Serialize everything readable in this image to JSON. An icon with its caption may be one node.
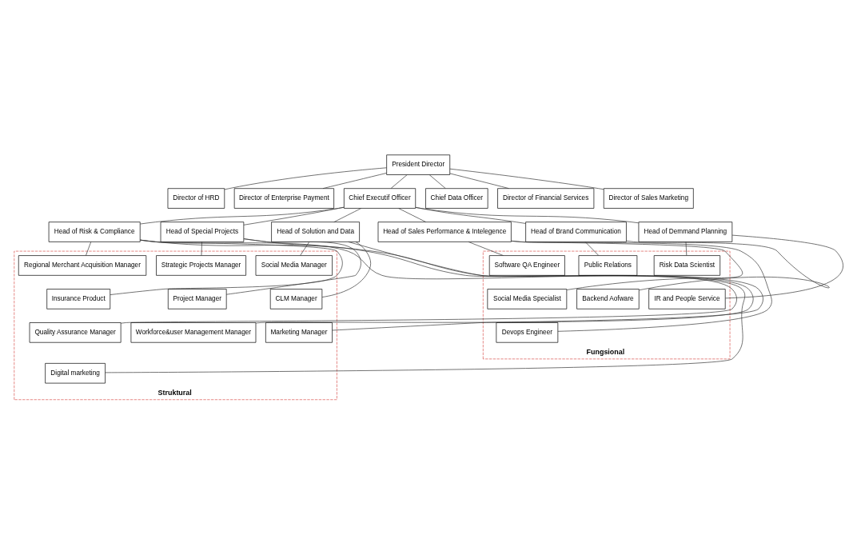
{
  "diagram": {
    "nodes": [
      {
        "text": [
          "President Director"
        ]
      },
      {
        "text": [
          "Director of HRD"
        ]
      },
      {
        "text": [
          "Director of Enterprise Payment"
        ]
      },
      {
        "text": [
          "Chief Executif Officer"
        ]
      },
      {
        "text": [
          "Chief Data Officer"
        ]
      },
      {
        "text": [
          "Director of Financial Services"
        ]
      },
      {
        "text": [
          "Director of Sales Marketing"
        ]
      },
      {
        "text": [
          "Head of Risk & Compliance"
        ]
      },
      {
        "text": [
          "Head of Special Projects"
        ]
      },
      {
        "text": [
          "Head of Solution and Data"
        ]
      },
      {
        "text": [
          "Head of Sales Performance & Intelegence"
        ]
      },
      {
        "text": [
          "Head of Brand Communication"
        ]
      },
      {
        "text": [
          "Head of Demmand Planning"
        ]
      },
      {
        "text": [
          "Struktural"
        ]
      },
      {
        "text": [
          "Regional Merchant Acquisition Manager"
        ],
        "in": 13
      },
      {
        "text": [
          "Insurance Product"
        ],
        "in": 13
      },
      {
        "text": [
          "Quality Assurance Manager"
        ],
        "in": 13
      },
      {
        "text": [
          "Digital marketing"
        ],
        "in": 13
      },
      {
        "text": [
          "Strategic Projects Manager"
        ],
        "in": 13
      },
      {
        "text": [
          "Project Manager"
        ],
        "in": 13
      },
      {
        "text": [
          "Workforce&user Management Manager"
        ],
        "in": 13
      },
      {
        "text": [
          "Social Media Manager"
        ],
        "in": 13
      },
      {
        "text": [
          "CLM Manager"
        ],
        "in": 13
      },
      {
        "text": [
          "Marketing Manager"
        ],
        "in": 13
      },
      {
        "text": [
          "Fungsional"
        ]
      },
      {
        "text": [
          "Public Relations"
        ],
        "in": 24
      },
      {
        "text": [
          "Backend Aofware"
        ],
        "in": 24
      },
      {
        "text": [
          "Risk Data Scientist"
        ],
        "in": 24
      },
      {
        "text": [
          "IR and People Service"
        ],
        "in": 24
      },
      {
        "text": [
          "Software QA Engineer"
        ],
        "in": 24
      },
      {
        "text": [
          "Social Media Specialist"
        ],
        "in": 24
      },
      {
        "text": [
          "Devops Engineer"
        ],
        "in": 24
      }
    ],
    "edges": [
      {
        "from": 0,
        "to": 1,
        "arrow": "none"
      },
      {
        "from": 0,
        "to": 2,
        "arrow": "none"
      },
      {
        "from": 0,
        "to": 3,
        "arrow": "none"
      },
      {
        "from": 0,
        "to": 4,
        "arrow": "none"
      },
      {
        "from": 0,
        "to": 5,
        "arrow": "none"
      },
      {
        "from": 0,
        "to": 6,
        "arrow": "none"
      },
      {
        "from": 3,
        "to": 7,
        "arrow": "none"
      },
      {
        "from": 3,
        "to": 8,
        "arrow": "none"
      },
      {
        "from": 3,
        "to": 9,
        "arrow": "none"
      },
      {
        "from": 3,
        "to": 10,
        "arrow": "none"
      },
      {
        "from": 3,
        "to": 11,
        "arrow": "none"
      },
      {
        "from": 3,
        "to": 12,
        "arrow": "none"
      },
      {
        "from": 7,
        "to": 14,
        "arrow": "none"
      },
      {
        "from": 7,
        "to": 15,
        "arrow": "none"
      },
      {
        "from": 7,
        "to": 16,
        "arrow": "none"
      },
      {
        "from": 7,
        "to": 17,
        "arrow": "none"
      },
      {
        "from": 8,
        "to": 18,
        "arrow": "none"
      },
      {
        "from": 8,
        "to": 19,
        "arrow": "none"
      },
      {
        "from": 8,
        "to": 20,
        "arrow": "none"
      },
      {
        "from": 9,
        "to": 21,
        "arrow": "none"
      },
      {
        "from": 9,
        "to": 22,
        "arrow": "none"
      },
      {
        "from": 9,
        "to": 23,
        "arrow": "none"
      },
      {
        "from": 11,
        "to": 25,
        "arrow": "none"
      },
      {
        "from": 11,
        "to": 26,
        "arrow": "none"
      },
      {
        "from": 12,
        "to": 27,
        "arrow": "none"
      },
      {
        "from": 12,
        "to": 28,
        "arrow": "none"
      },
      {
        "from": 10,
        "to": 29,
        "arrow": "none"
      },
      {
        "from": 10,
        "to": 30,
        "arrow": "none"
      },
      {
        "from": 10,
        "to": 31,
        "arrow": "none"
      }
    ]
  }
}
